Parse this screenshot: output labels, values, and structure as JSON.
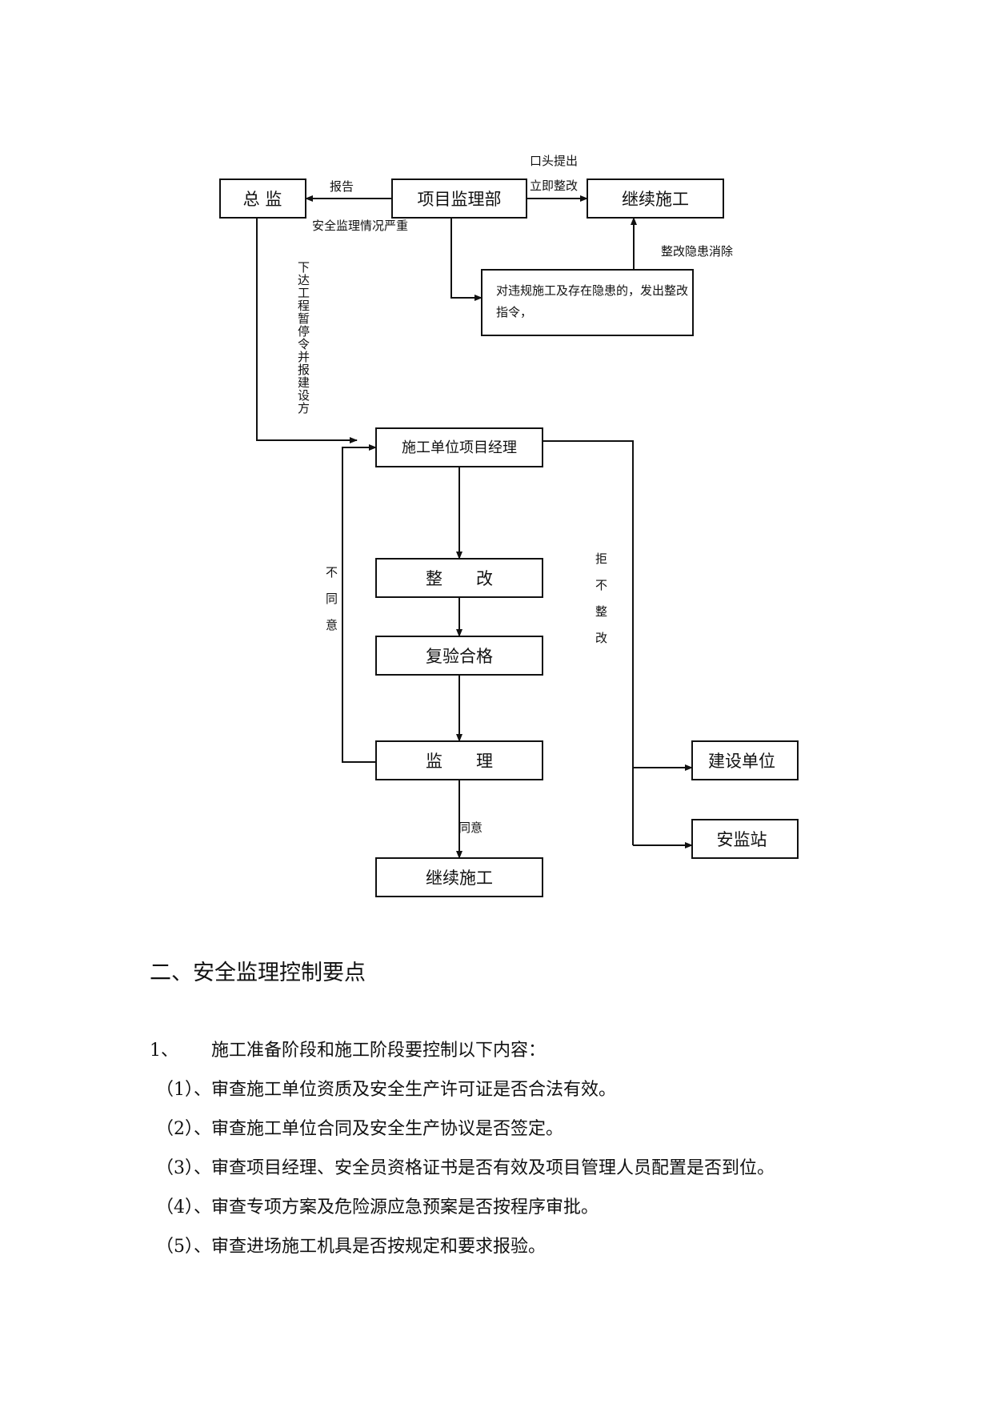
{
  "flowchart": {
    "boxes": {
      "chief": "总 监",
      "project_dept": "项目监理部",
      "continue_top": "继续施工",
      "order": "对违规施工及存在隐患的，发出整改指令，",
      "contractor_pm": "施工单位项目经理",
      "rectify": "整　　改",
      "recheck": "复验合格",
      "supervision": "监　　理",
      "continue_bottom": "继续施工",
      "owner": "建设单位",
      "safety_station": "安监站"
    },
    "labels": {
      "report": "报告",
      "serious": "安全监理情况严重",
      "verbal": "口头提出",
      "immediate": "立即整改",
      "eliminated": "整改隐患消除",
      "stop_order": "下达工程暂停令并报建设方",
      "disagree": "不同意",
      "refuse": "拒不整改",
      "agree": "同意"
    }
  },
  "section": {
    "heading": "二、安全监理控制要点",
    "para_number": "1、",
    "para_text": "施工准备阶段和施工阶段要控制以下内容：",
    "items": [
      "（1）、审查施工单位资质及安全生产许可证是否合法有效。",
      "（2）、审查施工单位合同及安全生产协议是否签定。",
      "（3）、审查项目经理、安全员资格证书是否有效及项目管理人员配置是否到位。",
      "（4）、审查专项方案及危险源应急预案是否按程序审批。",
      "（5）、审查进场施工机具是否按规定和要求报验。"
    ]
  }
}
